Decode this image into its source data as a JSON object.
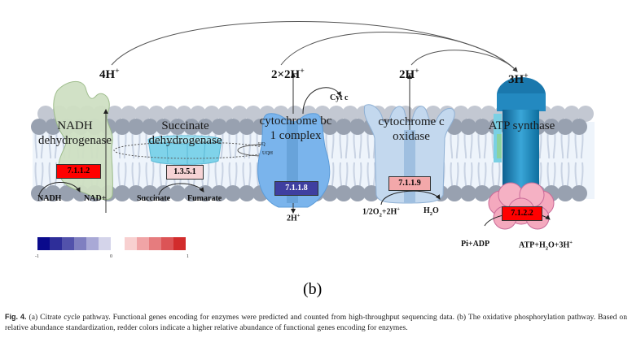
{
  "figure": {
    "panel_label": "(b)",
    "caption_figno": "Fig. 4.",
    "caption_text": " (a) Citrate cycle pathway. Functional genes encoding for enzymes were predicted and counted from high-throughput sequencing data. (b) The oxidative phosphorylation pathway. Based on relative abundance standardization, redder colors indicate a higher relative abundance of functional genes encoding for enzymes."
  },
  "complexes": [
    {
      "id": "nadh",
      "name_line1": "NADH",
      "name_line2": "dehydrogenase",
      "ec": "7.1.1.2",
      "ec_color": "#ff0000",
      "proton": "4H",
      "substrate": "NADH",
      "product": "NAD+"
    },
    {
      "id": "succ",
      "name_line1": "Succinate",
      "name_line2": "dehydrogenase",
      "ec": "1.3.5.1",
      "ec_color": "#f6d3d5",
      "substrate": "Succinate",
      "product": "Fumarate"
    },
    {
      "id": "cytbc1",
      "name_line1": "cytochrome bc",
      "name_line2": "1 complex",
      "ec": "7.1.1.8",
      "ec_color": "#3f3fa0",
      "proton": "2×2H",
      "proton_in": "2H",
      "side_product": "Cyt c"
    },
    {
      "id": "cox",
      "name_line1": "cytochrome c",
      "name_line2": "oxidase",
      "ec": "7.1.1.9",
      "ec_color": "#f3a8aa",
      "proton": "2H",
      "substrate": "1/2O2+2H+",
      "product": "H2O"
    },
    {
      "id": "atp",
      "name_line1": "ATP synthase",
      "ec": "7.1.2.2",
      "ec_color": "#ff0000",
      "proton": "3H",
      "substrate": "Pi+ADP",
      "product": "ATP+H2O+3H+"
    }
  ],
  "quinone_labels": {
    "uq": "UQ",
    "uqh": "UQH"
  },
  "legend": {
    "min_label": "-1",
    "mid_label": "0",
    "max_label": "1",
    "blue_scale": [
      "#0a0a8c",
      "#2e2e99",
      "#5252ab",
      "#7f7fc0",
      "#a9a9d6",
      "#d4d4ea"
    ],
    "red_scale": [
      "#f8d0d0",
      "#f0a4a6",
      "#e67c7e",
      "#dc5456",
      "#d22c2c"
    ]
  }
}
